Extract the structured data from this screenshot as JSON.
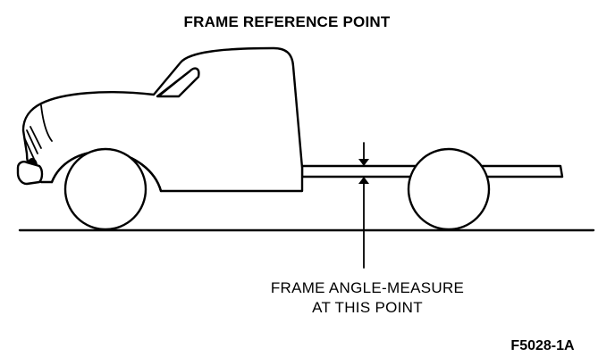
{
  "diagram": {
    "title": "FRAME REFERENCE POINT",
    "callout_line1": "FRAME ANGLE-MEASURE",
    "callout_line2": "AT THIS POINT",
    "figure_id": "F5028-1A"
  },
  "colors": {
    "ink": "#000000",
    "paper": "#ffffff"
  }
}
